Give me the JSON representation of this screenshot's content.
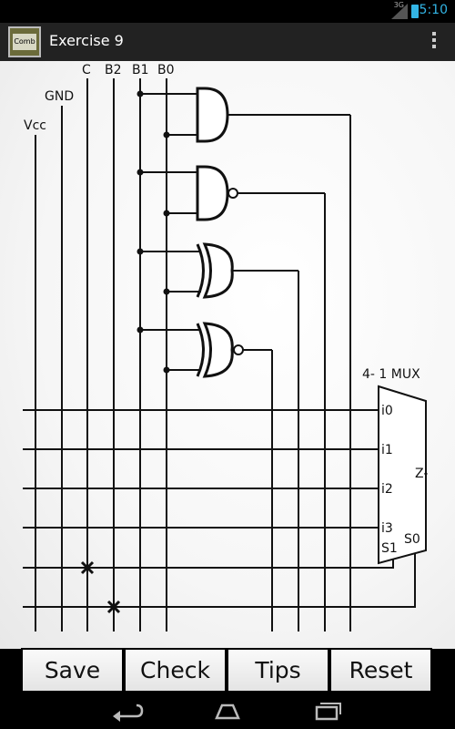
{
  "status": {
    "time": "5:10",
    "network": "3G"
  },
  "app": {
    "icon_label": "Comb",
    "title": "Exercise 9"
  },
  "circuit": {
    "rails": {
      "vcc": "Vcc",
      "gnd": "GND",
      "c": "C",
      "b2": "B2",
      "b1": "B1",
      "b0": "B0"
    },
    "mux": {
      "title": "4- 1 MUX",
      "i0": "i0",
      "i1": "i1",
      "i2": "i2",
      "i3": "i3",
      "s1": "S1",
      "s0": "S0",
      "z": "Z-"
    }
  },
  "buttons": {
    "save": "Save",
    "check": "Check",
    "tips": "Tips",
    "reset": "Reset"
  },
  "icons": [
    "overflow-menu-icon",
    "back-icon",
    "home-icon",
    "recent-apps-icon",
    "signal-icon",
    "battery-icon"
  ]
}
